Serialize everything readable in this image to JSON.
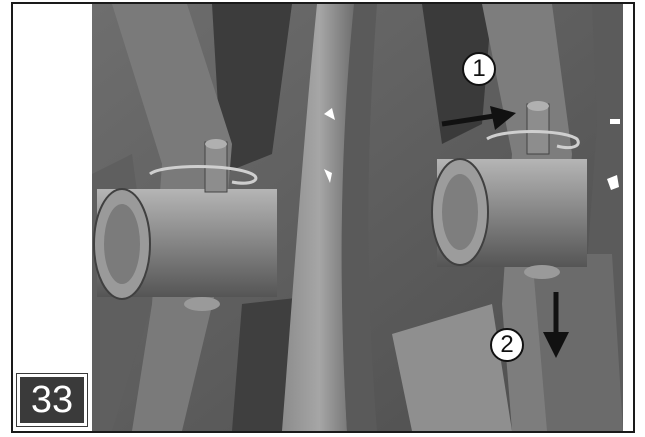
{
  "figure": {
    "step_number": "33",
    "callouts": [
      {
        "id": "callout-1",
        "label": "1"
      },
      {
        "id": "callout-2",
        "label": "2"
      }
    ]
  },
  "colors": {
    "frame": "#1a1a1a",
    "badge_bg": "#3a3a3a",
    "badge_text": "#ffffff",
    "arrow": "#111111"
  }
}
